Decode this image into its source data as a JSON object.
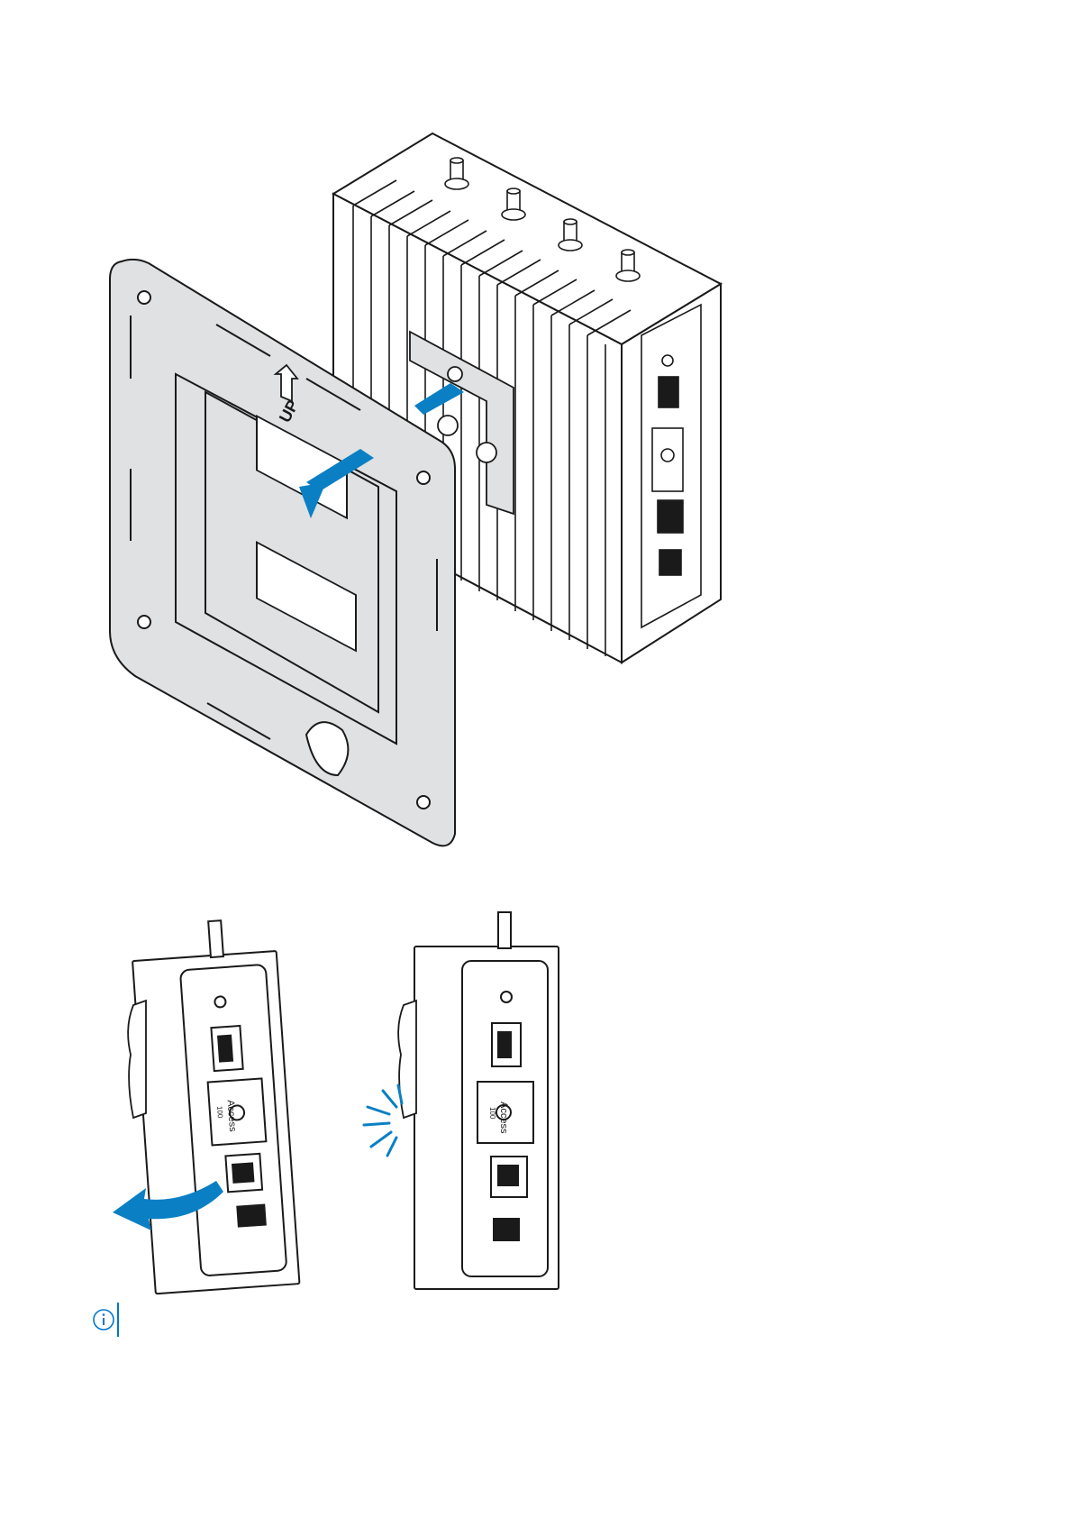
{
  "figure_top": {
    "plate_label": "UP"
  },
  "figure_bottom": {
    "left_panel": {
      "button_label": "Access",
      "small_label": "100"
    },
    "right_panel": {
      "button_label": "Access",
      "small_label": "100"
    }
  },
  "note": {
    "icon": "info-icon",
    "text": ""
  },
  "colors": {
    "accent": "#0a7fc4",
    "note": "#0076ce",
    "plate": "#dfe1e3",
    "line": "#1a1a1a"
  }
}
